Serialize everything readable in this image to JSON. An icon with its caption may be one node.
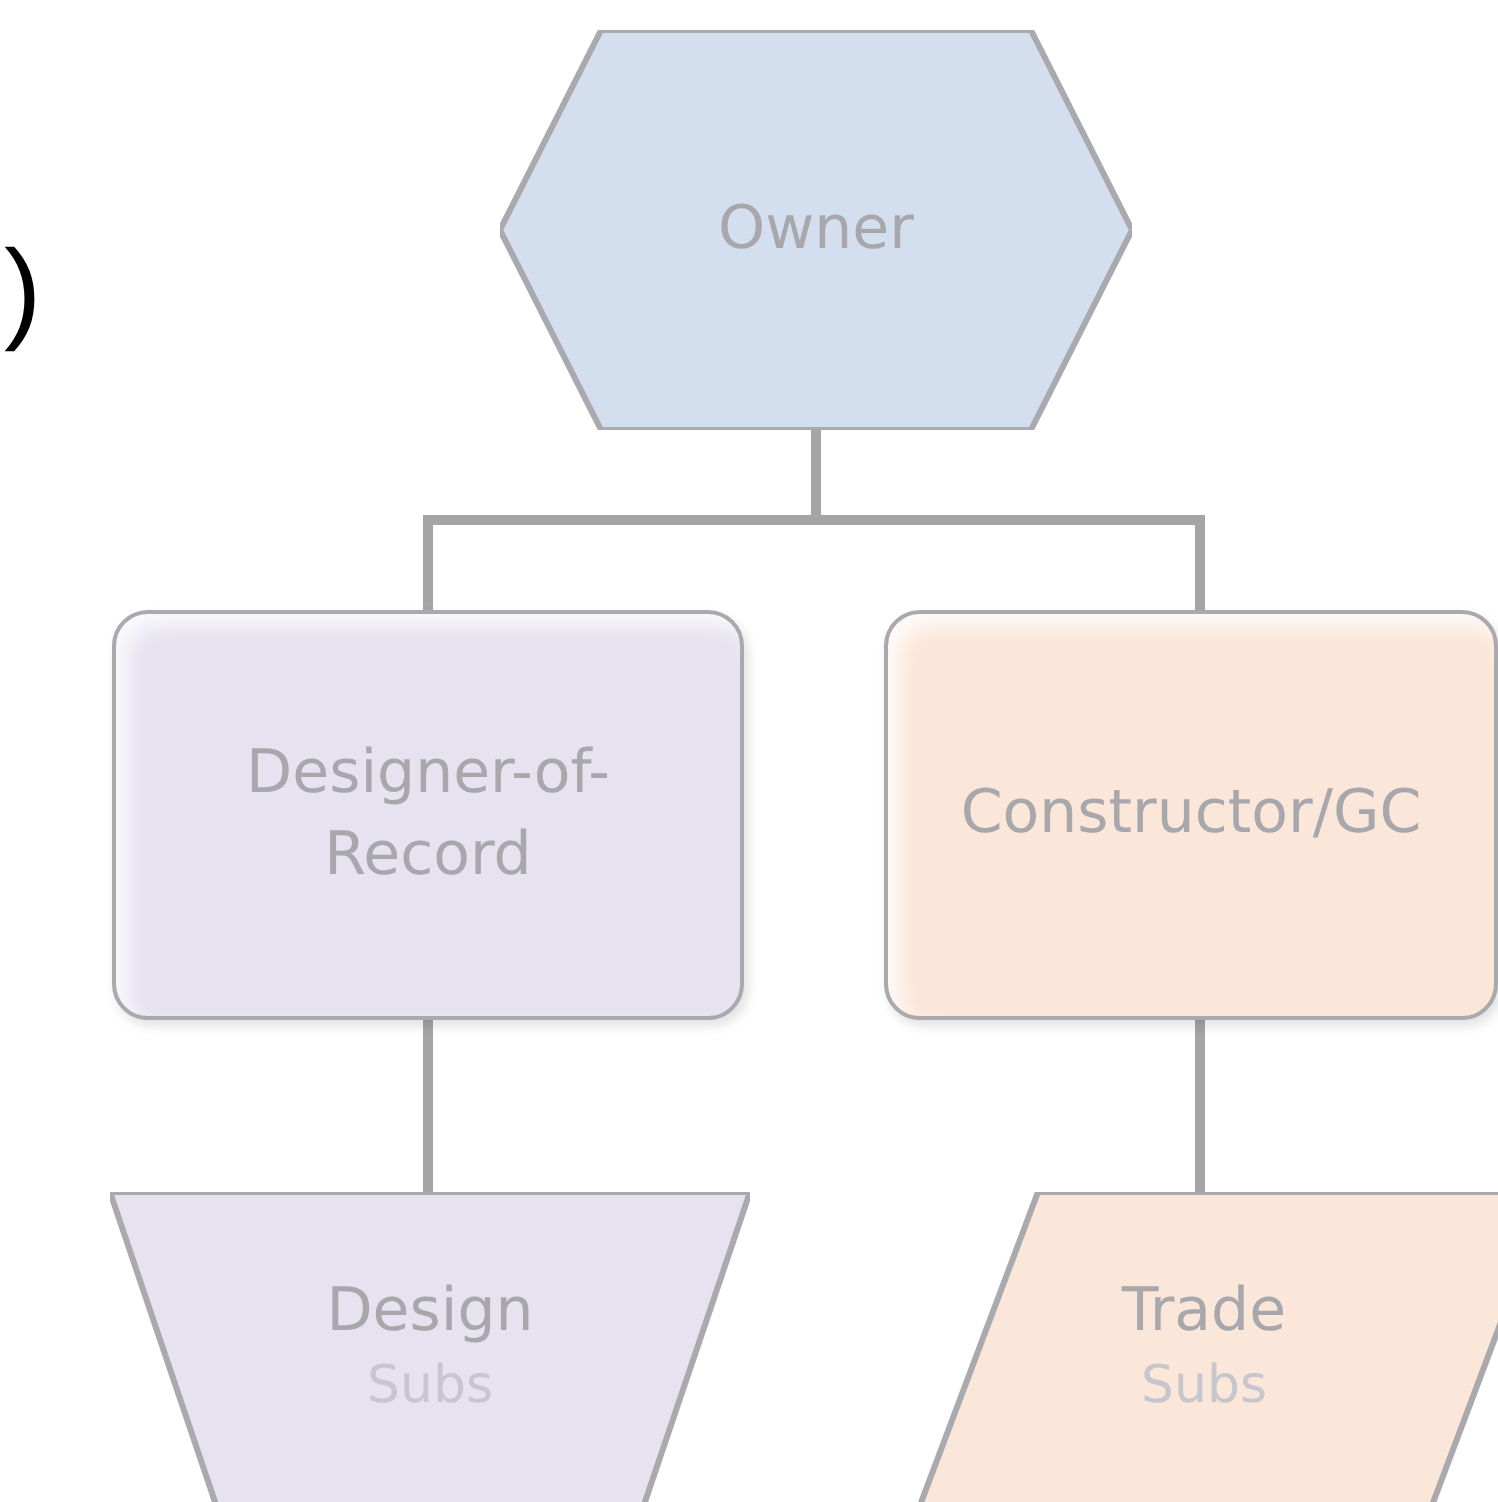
{
  "diagram": {
    "nodes": [
      {
        "text": [
          "Owner"
        ]
      },
      {
        "text": [
          "Designer-of- Record"
        ]
      },
      {
        "text": [
          "Constructor/GC"
        ]
      },
      {
        "text": [
          "Design",
          "Subs"
        ]
      },
      {
        "text": [
          "Trade",
          "Subs"
        ]
      }
    ],
    "edges": [
      {
        "from": 0,
        "to": 1,
        "arrow": "none"
      },
      {
        "from": 0,
        "to": 2,
        "arrow": "none"
      },
      {
        "from": 1,
        "to": 3,
        "arrow": "none"
      },
      {
        "from": 2,
        "to": 4,
        "arrow": "none"
      }
    ],
    "labels": [
      ")"
    ]
  }
}
